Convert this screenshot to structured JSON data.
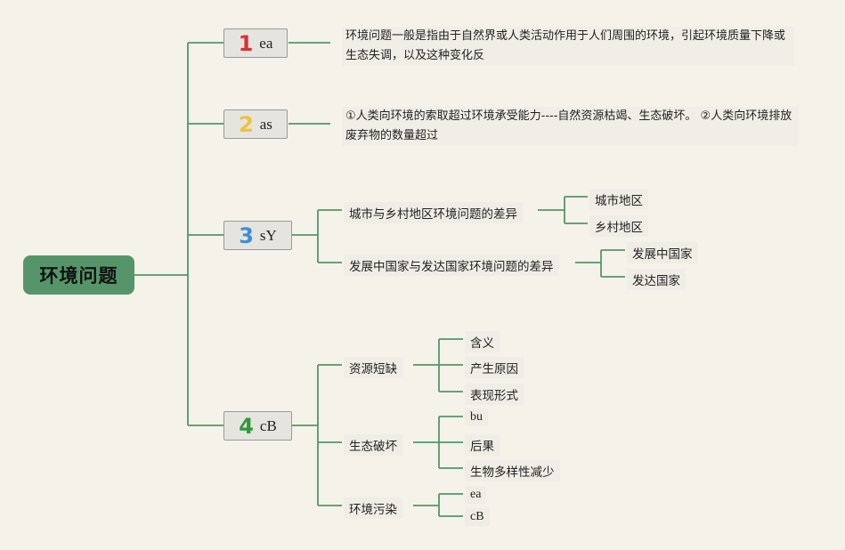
{
  "root": {
    "label": "环境问题"
  },
  "branches": [
    {
      "number": "1",
      "label": "ea",
      "detail": "环境问题一般是指由于自然界或人类活动作用于人们周围的环境，引起环境质量下降或生态失调，以及这种变化反"
    },
    {
      "number": "2",
      "label": "as",
      "detail": "①人类向环境的索取超过环境承受能力----自然资源枯竭、生态破坏。 ②人类向环境排放废弃物的数量超过"
    },
    {
      "number": "3",
      "label": "sY",
      "children": [
        {
          "label": "城市与乡村地区环境问题的差异",
          "children": [
            "城市地区",
            "乡村地区"
          ]
        },
        {
          "label": "发展中国家与发达国家环境问题的差异",
          "children": [
            "发展中国家",
            "发达国家"
          ]
        }
      ]
    },
    {
      "number": "4",
      "label": "cB",
      "children": [
        {
          "label": "资源短缺",
          "children": [
            "含义",
            "产生原因",
            "表现形式"
          ]
        },
        {
          "label": "生态破坏",
          "children": [
            "bu",
            "后果",
            "生物多样性减少"
          ]
        },
        {
          "label": "环境污染",
          "children": [
            "ea",
            "cB"
          ]
        }
      ]
    }
  ],
  "colors": {
    "line": "#569569",
    "root_fill": "#569569",
    "branch_fill": "#e6e4df",
    "num1": "#d8303a",
    "num2": "#f0c23a",
    "num3": "#3b8fd9",
    "num4": "#2f9a3a"
  }
}
